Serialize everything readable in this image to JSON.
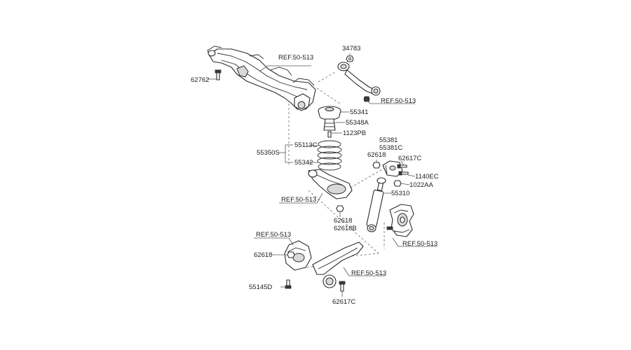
{
  "callouts": {
    "p34783": "34783",
    "ref_top": "REF.50-513",
    "p62762": "62762",
    "ref_link": "REF.50-513",
    "p55341": "55341",
    "p55348A": "55348A",
    "p1123PB": "1123PB",
    "p55113C": "55113C",
    "p55350S": "55350S",
    "p55342": "55342",
    "p55381": "55381",
    "p55381C": "55381C",
    "p62618_a": "62618",
    "p62617C_a": "62617C",
    "p1140EC": "1140EC",
    "p1022AA": "1022AA",
    "p55310": "55310",
    "ref_arm": "REF.50-513",
    "p62618_b": "62618",
    "p62618B": "62618B",
    "ref_knuckle": "REF.50-513",
    "ref_bracket": "REF.50-513",
    "p62618_c": "62618",
    "ref_trailing": "REF.50-513",
    "p55145D": "55145D",
    "p62617C_b": "62617C"
  }
}
